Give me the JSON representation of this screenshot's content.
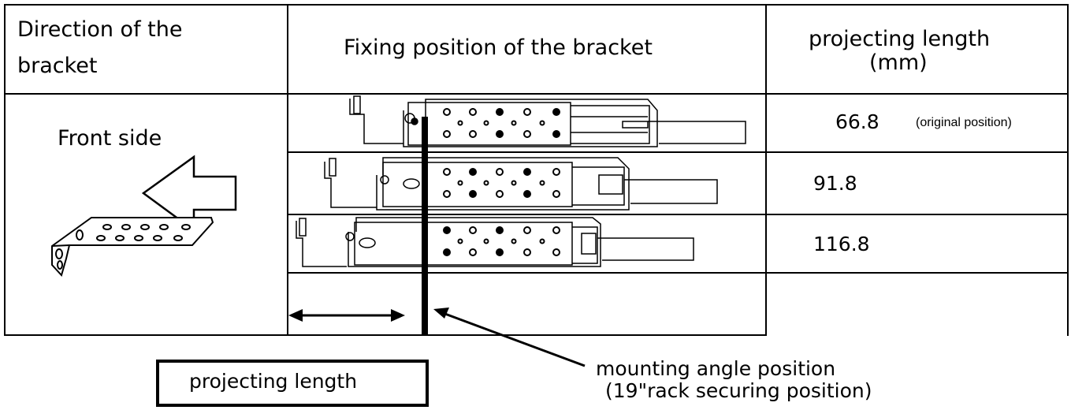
{
  "table": {
    "headers": {
      "direction_line1": "Direction  of  the",
      "direction_line2": "bracket",
      "fixing": "Fixing position of the bracket",
      "projecting_line1": "projecting length",
      "projecting_line2": "(mm)"
    },
    "front_side": "Front side",
    "rows": [
      {
        "value": "66.8",
        "note": "(original position)"
      },
      {
        "value": "91.8",
        "note": ""
      },
      {
        "value": "116.8",
        "note": ""
      }
    ]
  },
  "labels": {
    "projecting_length": "projecting length",
    "mounting_line1": "mounting angle position",
    "mounting_line2": "(19\"rack securing position)"
  }
}
